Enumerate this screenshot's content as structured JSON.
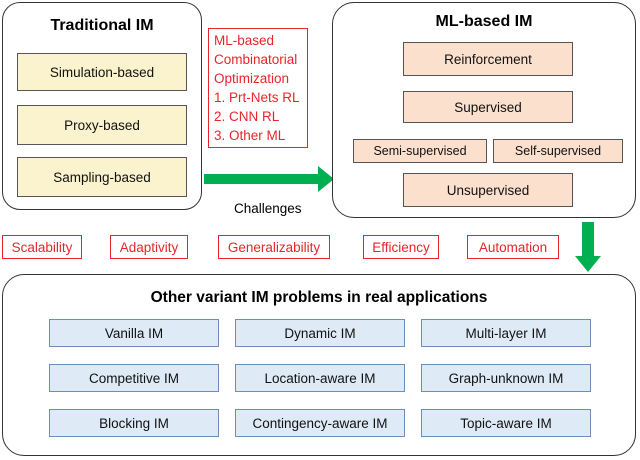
{
  "traditional": {
    "title": "Traditional IM",
    "items": [
      "Simulation-based",
      "Proxy-based",
      "Sampling-based"
    ]
  },
  "ml_combo": {
    "lines": [
      "ML-based",
      "Combinatorial",
      "Optimization",
      "1. Prt-Nets RL",
      "2. CNN RL",
      "3. Other ML"
    ]
  },
  "ml_based": {
    "title": "ML-based IM",
    "reinforcement": "Reinforcement",
    "supervised": "Supervised",
    "semi_supervised": "Semi-supervised",
    "self_supervised": "Self-supervised",
    "unsupervised": "Unsupervised"
  },
  "challenges": {
    "label": "Challenges",
    "items": [
      "Scalability",
      "Adaptivity",
      "Generalizability",
      "Efficiency",
      "Automation"
    ]
  },
  "variants": {
    "title": "Other variant IM problems in real applications",
    "items": [
      "Vanilla IM",
      "Dynamic IM",
      "Multi-layer IM",
      "Competitive IM",
      "Location-aware IM",
      "Graph-unknown IM",
      "Blocking IM",
      "Contingency-aware IM",
      "Topic-aware IM"
    ]
  },
  "colors": {
    "arrow": "#00b050",
    "challenge_red": "#e5262b",
    "traditional_fill": "#fbf3ce",
    "ml_fill": "#fbe0ce",
    "variant_fill": "#deebf7"
  }
}
